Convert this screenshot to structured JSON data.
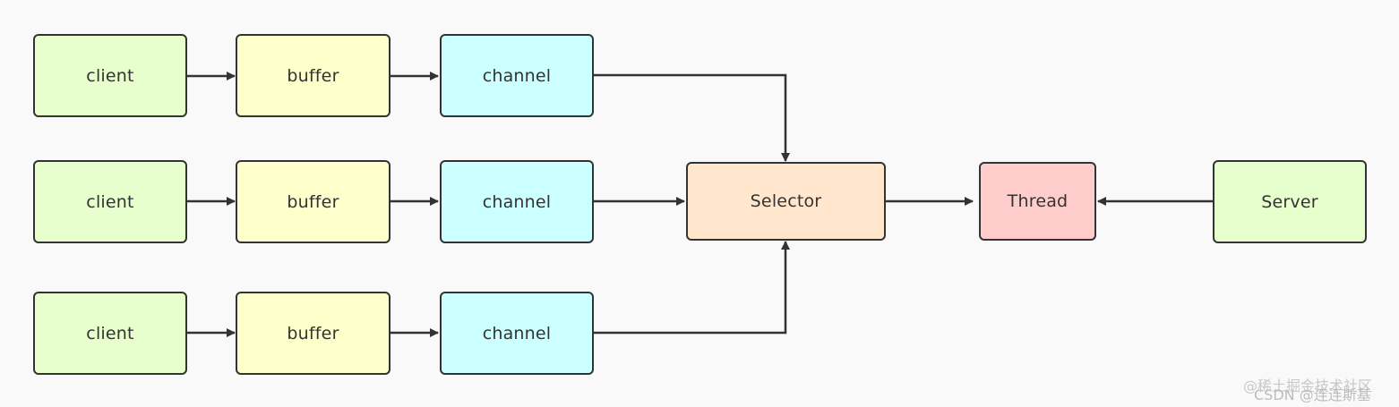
{
  "diagram": {
    "rows": [
      {
        "client": "client",
        "buffer": "buffer",
        "channel": "channel"
      },
      {
        "client": "client",
        "buffer": "buffer",
        "channel": "channel"
      },
      {
        "client": "client",
        "buffer": "buffer",
        "channel": "channel"
      }
    ],
    "selector": "Selector",
    "thread": "Thread",
    "server": "Server"
  },
  "colors": {
    "client_fill": "#e6ffcc",
    "buffer_fill": "#ffffcc",
    "channel_fill": "#ccffff",
    "selector_fill": "#ffe6cc",
    "thread_fill": "#ffcccc",
    "server_fill": "#e6ffcc",
    "stroke": "#333333"
  },
  "watermark": {
    "line1": "@稀土掘金技术社区",
    "line2": "CSDN @连连斯基"
  }
}
